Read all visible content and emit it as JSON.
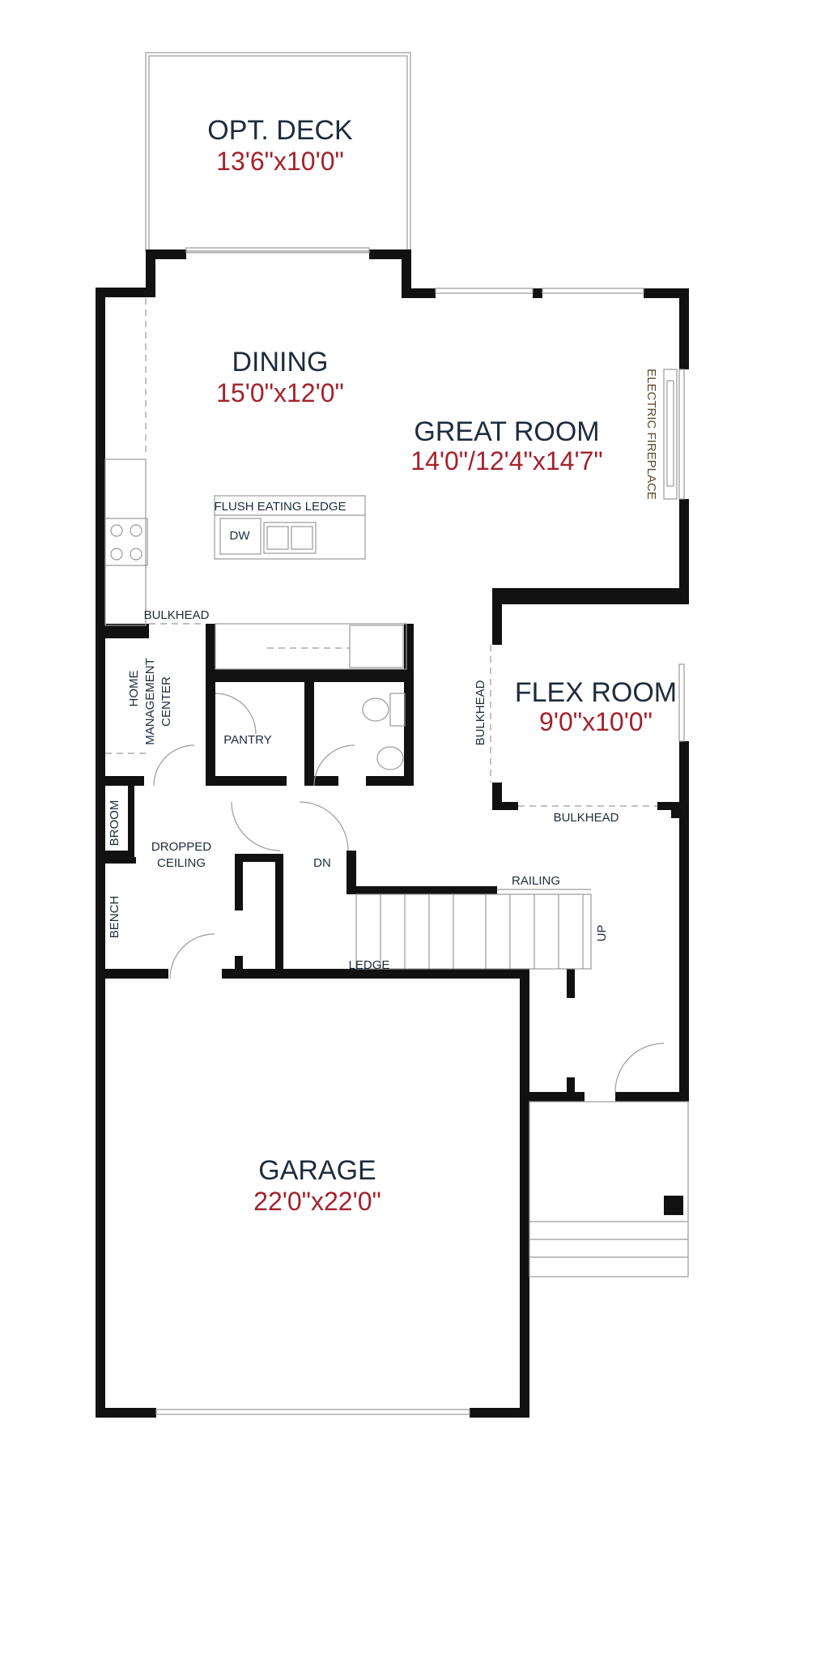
{
  "rooms": {
    "deck": {
      "name": "OPT. DECK",
      "dims": "13'6\"x10'0\""
    },
    "dining": {
      "name": "DINING",
      "dims": "15'0\"x12'0\""
    },
    "great_room": {
      "name": "GREAT ROOM",
      "dims": "14'0\"/12'4\"x14'7\""
    },
    "flex_room": {
      "name": "FLEX ROOM",
      "dims": "9'0\"x10'0\""
    },
    "garage": {
      "name": "GARAGE",
      "dims": "22'0\"x22'0\""
    }
  },
  "labels": {
    "electric_fireplace": "ELECTRIC FIREPLACE",
    "flush_eating_ledge": "FLUSH EATING LEDGE",
    "dw": "DW",
    "bulkhead_kitchen": "BULKHEAD",
    "home_management": "HOME",
    "home_management_2": "MANAGEMENT",
    "home_management_3": "CENTER",
    "pantry": "PANTRY",
    "bulkhead_flex_left": "BULKHEAD",
    "bulkhead_flex_bottom": "BULKHEAD",
    "broom": "BROOM",
    "dropped_ceiling_1": "DROPPED",
    "dropped_ceiling_2": "CEILING",
    "dn": "DN",
    "railing": "RAILING",
    "up": "UP",
    "bench": "BENCH",
    "ledge": "LEDGE"
  },
  "colors": {
    "room_name": "#1e2c3c",
    "room_dims": "#a3222c",
    "fireplace_label": "#5a4626",
    "walls": "#111111"
  }
}
